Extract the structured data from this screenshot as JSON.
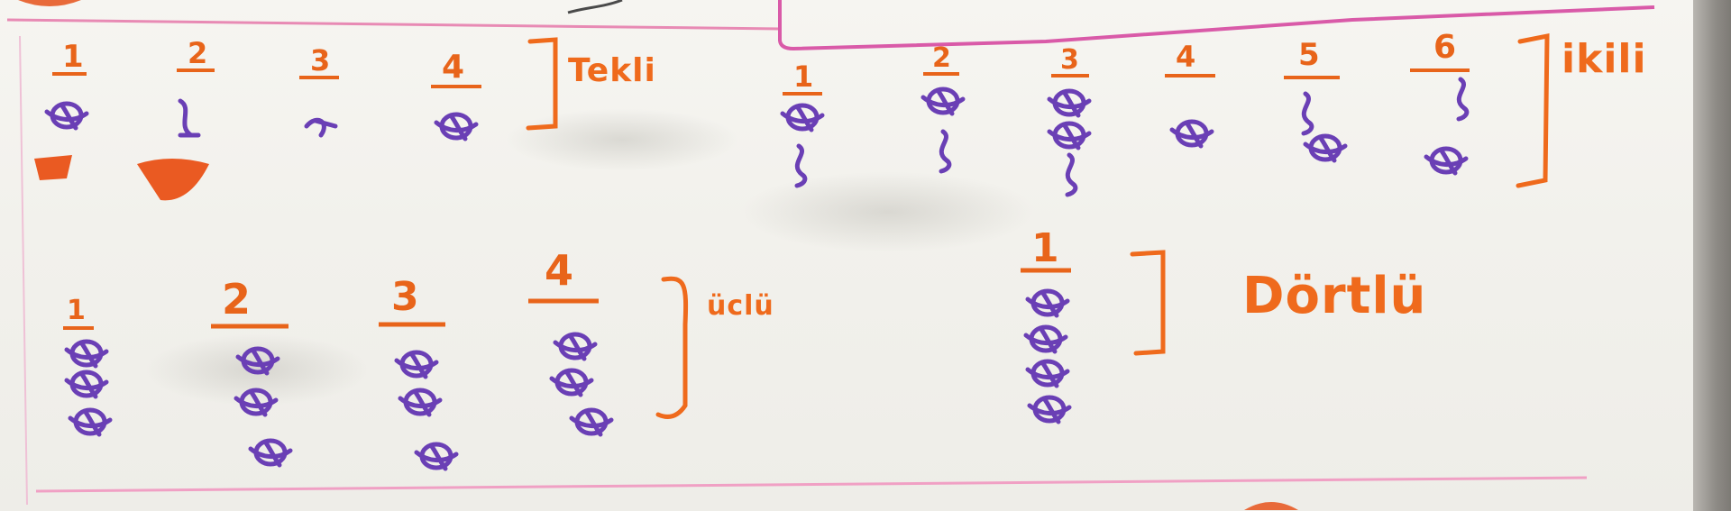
{
  "board": {
    "ink_colors": {
      "orange": "#ef6a1c",
      "purple": "#6a3fb5",
      "pink": "#e86a9a"
    }
  },
  "groups": [
    {
      "name": "tekli",
      "label": "Tekli",
      "numbers": [
        "1",
        "2",
        "3",
        "4"
      ]
    },
    {
      "name": "ikili",
      "label": "ikili",
      "numbers": [
        "1",
        "2",
        "3",
        "4",
        "5",
        "6"
      ]
    },
    {
      "name": "uclu",
      "label": "üclü",
      "numbers": [
        "1",
        "2",
        "3",
        "4"
      ]
    },
    {
      "name": "dortlu",
      "label": "Dörtlü",
      "numbers": [
        "1"
      ]
    }
  ]
}
